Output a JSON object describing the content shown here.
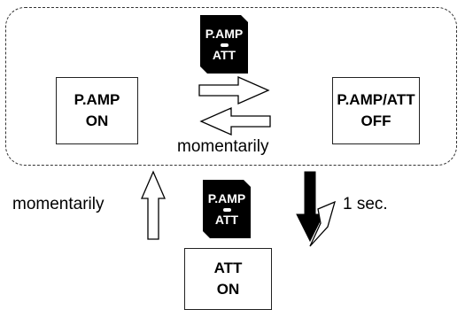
{
  "mode_boxes": {
    "pamp_on": {
      "line1": "P.AMP",
      "line2": "ON"
    },
    "pamp_att_off": {
      "line1": "P.AMP/ATT",
      "line2": "OFF"
    },
    "att_on": {
      "line1": "ATT",
      "line2": "ON"
    }
  },
  "keys": {
    "top": {
      "line1": "P.AMP",
      "line2": "ATT",
      "icon": "key-button-icon"
    },
    "middle": {
      "line1": "P.AMP",
      "line2": "ATT",
      "icon": "key-button-icon"
    }
  },
  "captions": {
    "momentarily_center": "momentarily",
    "momentarily_left": "momentarily",
    "one_sec": "1 sec."
  }
}
